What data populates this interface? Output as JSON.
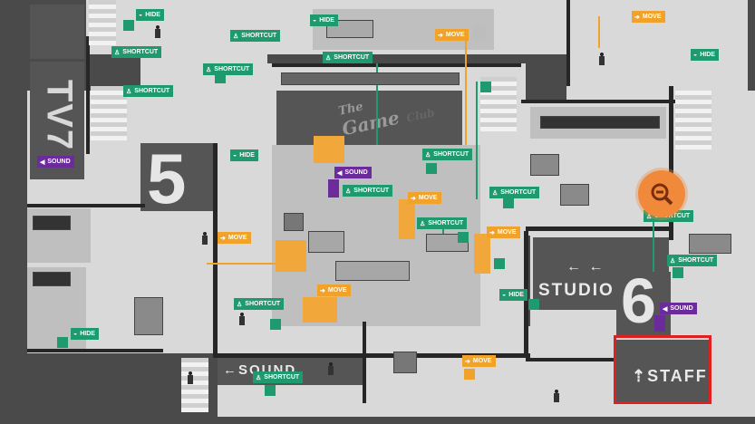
{
  "rooms": {
    "tv7": "TV7",
    "studio5": "5",
    "studio_label": "STUDIO",
    "studio6": "6",
    "sound_floor": "SOUND",
    "staff_floor": "STAFF",
    "game_club_line1": "The",
    "game_club_line2": "Game",
    "game_club_line3": "Club"
  },
  "tags": [
    {
      "type": "hide",
      "label": "HIDE"
    },
    {
      "type": "hide",
      "label": "HIDE"
    },
    {
      "type": "shortcut",
      "label": "SHORTCUT"
    },
    {
      "type": "shortcut",
      "label": "SHORTCUT"
    },
    {
      "type": "shortcut",
      "label": "SHORTCUT"
    },
    {
      "type": "shortcut",
      "label": "SHORTCUT"
    },
    {
      "type": "move",
      "label": "MOVE"
    },
    {
      "type": "move",
      "label": "MOVE"
    },
    {
      "type": "hide",
      "label": "HIDE"
    },
    {
      "type": "shortcut",
      "label": "SHORTCUT"
    },
    {
      "type": "sound",
      "label": "SOUND"
    },
    {
      "type": "hide",
      "label": "HIDE"
    },
    {
      "type": "sound",
      "label": "SOUND"
    },
    {
      "type": "shortcut",
      "label": "SHORTCUT"
    },
    {
      "type": "shortcut",
      "label": "SHORTCUT"
    },
    {
      "type": "move",
      "label": "MOVE"
    },
    {
      "type": "shortcut",
      "label": "SHORTCUT"
    },
    {
      "type": "shortcut",
      "label": "SHORTCUT"
    },
    {
      "type": "move",
      "label": "MOVE"
    },
    {
      "type": "move",
      "label": "MOVE"
    },
    {
      "type": "shortcut",
      "label": "SHORTCUT"
    },
    {
      "type": "shortcut",
      "label": "SHORTCUT"
    },
    {
      "type": "move",
      "label": "MOVE"
    },
    {
      "type": "hide",
      "label": "HIDE"
    },
    {
      "type": "shortcut",
      "label": "SHORTCUT"
    },
    {
      "type": "sound",
      "label": "SOUND"
    },
    {
      "type": "hide",
      "label": "HIDE"
    },
    {
      "type": "shortcut",
      "label": "SHORTCUT"
    },
    {
      "type": "move",
      "label": "MOVE"
    }
  ],
  "zoom_button": {
    "icon": "zoom-out-icon"
  },
  "colors": {
    "shortcut": "#1f9a6e",
    "move": "#f0a22a",
    "sound": "#6b2b9a",
    "highlight": "#e02020",
    "zoom": "#f08a3a"
  }
}
